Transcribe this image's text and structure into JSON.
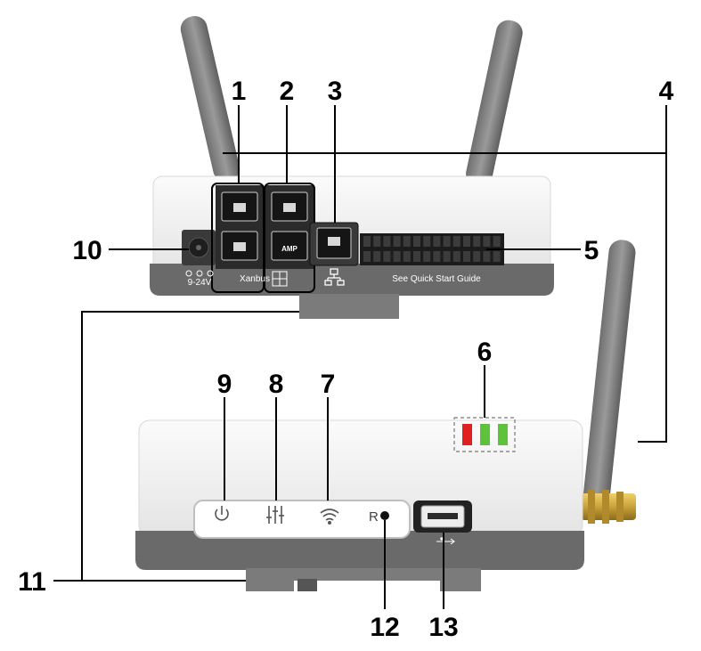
{
  "labels": {
    "power_input": "9-24V",
    "xanbus": "Xanbus",
    "amp": "AMP",
    "quick_start": "See Quick Start Guide",
    "reset": "R"
  },
  "callouts": [
    {
      "id": "1"
    },
    {
      "id": "2"
    },
    {
      "id": "3"
    },
    {
      "id": "4"
    },
    {
      "id": "5"
    },
    {
      "id": "6"
    },
    {
      "id": "7"
    },
    {
      "id": "8"
    },
    {
      "id": "9"
    },
    {
      "id": "10"
    },
    {
      "id": "11"
    },
    {
      "id": "12"
    },
    {
      "id": "13"
    }
  ],
  "colors": {
    "led_red": "#e02020",
    "led_green": "#5ec23a",
    "housing_white": "#f2f2f2",
    "housing_grey": "#6a6a6a",
    "antenna": "#7b7b7b",
    "sma_gold": "#c9a23a"
  },
  "icons": {
    "power": "power-icon",
    "settings": "sliders-icon",
    "wifi": "wifi-icon",
    "network": "network-icon",
    "usb": "usb-icon"
  }
}
